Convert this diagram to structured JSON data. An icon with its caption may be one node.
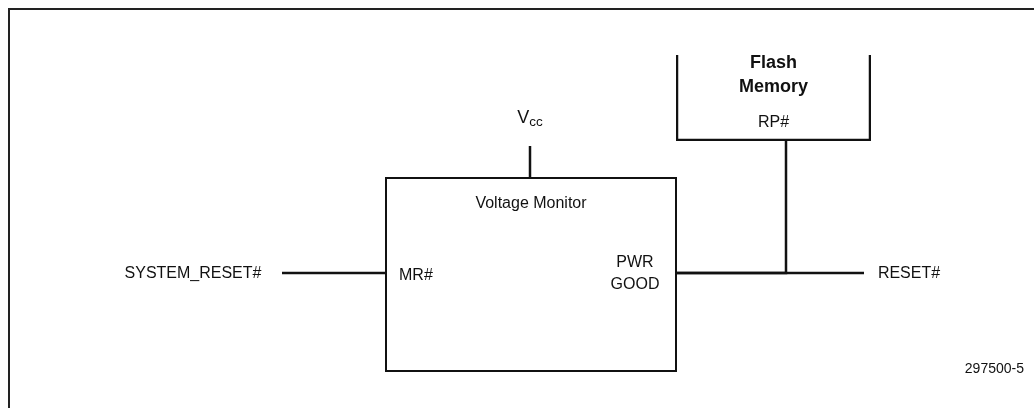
{
  "diagram": {
    "nodes": [
      {
        "text": [
          "Voltage Monitor",
          "MR#",
          "PWR GOOD"
        ]
      },
      {
        "text": [
          "Flash Memory",
          "RP#"
        ]
      },
      {
        "text": [
          "SYSTEM_RESET#"
        ]
      },
      {
        "text": [
          "RESET#"
        ]
      },
      {
        "text": [
          "V$_{cc}$"
        ]
      }
    ],
    "edges": [
      {
        "from": 2,
        "to": 0,
        "arrow": "none"
      },
      {
        "from": 0,
        "to": 3,
        "arrow": "none"
      },
      {
        "from": 0,
        "to": 1,
        "arrow": "none"
      },
      {
        "from": 4,
        "to": 0,
        "arrow": "none"
      }
    ],
    "labels": [
      "297500-5"
    ]
  }
}
